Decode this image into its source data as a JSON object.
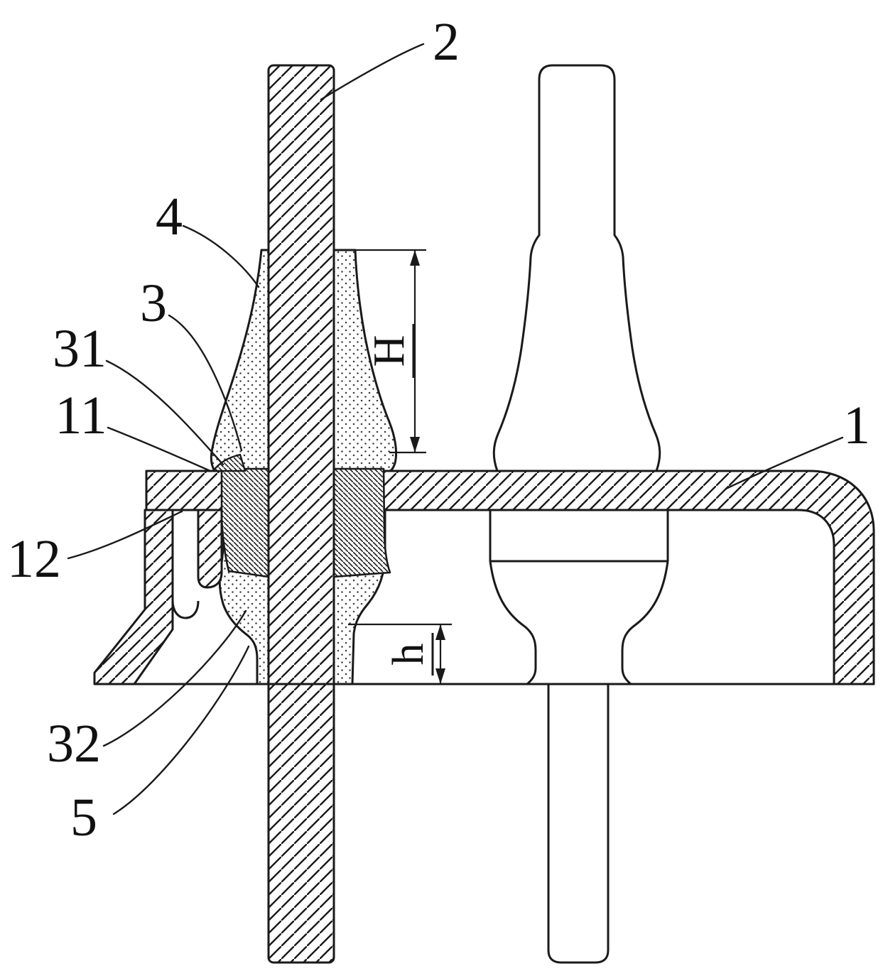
{
  "figure": {
    "kind": "patent cross-section drawing",
    "labels": {
      "r1": "1",
      "r2": "2",
      "r3": "3",
      "r4": "4",
      "r5": "5",
      "r11": "11",
      "r12": "12",
      "r31": "31",
      "r32": "32"
    },
    "dimensions": {
      "H": "H",
      "h": "h"
    },
    "colors": {
      "line": "#1a1a1a",
      "background": "#ffffff"
    }
  }
}
